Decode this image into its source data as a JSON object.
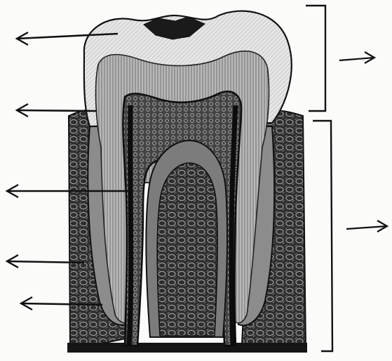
{
  "diagram": {
    "subject": "tooth-cross-section",
    "labels_printed": false,
    "left_arrow_count": 5,
    "right_arrow_count": 2,
    "bracket_count": 2
  },
  "colors": {
    "ink": "#151515",
    "paper": "#fbfbfa",
    "enamel": "#d9d9d9",
    "dentin": "#9a9a9a",
    "pulp": "#2a2a2a",
    "bone": "#3a3a3a"
  }
}
